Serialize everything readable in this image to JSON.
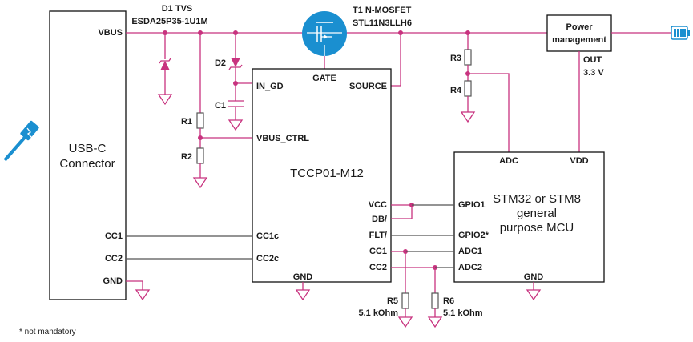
{
  "colors": {
    "wire": "#c8337f",
    "mosfet": "#1a8fd0",
    "usb_icon": "#1a8fd0",
    "battery": "#1a8fd0"
  },
  "usb_connector": {
    "title_line1": "USB-C",
    "title_line2": "Connector",
    "pin_vbus": "VBUS",
    "pin_cc1": "CC1",
    "pin_cc2": "CC2",
    "pin_gnd": "GND"
  },
  "tvs": {
    "line1": "D1 TVS",
    "line2": "ESDA25P35-1U1M"
  },
  "mosfet": {
    "line1": "T1 N-MOSFET",
    "line2": "STL11N3LLH6"
  },
  "components": {
    "d2": "D2",
    "c1": "C1",
    "r1": "R1",
    "r2": "R2",
    "r3": "R3",
    "r4": "R4",
    "r5_name": "R5",
    "r5_value": "5.1 kOhm",
    "r6_name": "R6",
    "r6_value": "5.1 kOhm"
  },
  "tccp": {
    "name": "TCCP01-M12",
    "pin_gate": "GATE",
    "pin_in_gd": "IN_GD",
    "pin_source": "SOURCE",
    "pin_vbus_ctrl": "VBUS_CTRL",
    "pin_vcc": "VCC",
    "pin_db": "DB/",
    "pin_flt": "FLT/",
    "pin_cc1c": "CC1c",
    "pin_cc2c": "CC2c",
    "pin_cc1": "CC1",
    "pin_cc2": "CC2",
    "pin_gnd": "GND"
  },
  "power_management": {
    "line1": "Power",
    "line2": "management",
    "out_line1": "OUT",
    "out_line2": "3.3 V"
  },
  "mcu": {
    "line1": "STM32 or STM8",
    "line2": "general",
    "line3": "purpose MCU",
    "pin_adc": "ADC",
    "pin_vdd": "VDD",
    "pin_gpio1": "GPIO1",
    "pin_gpio2": "GPIO2*",
    "pin_adc1": "ADC1",
    "pin_adc2": "ADC2",
    "pin_gnd": "GND"
  },
  "footnote": "* not mandatory"
}
